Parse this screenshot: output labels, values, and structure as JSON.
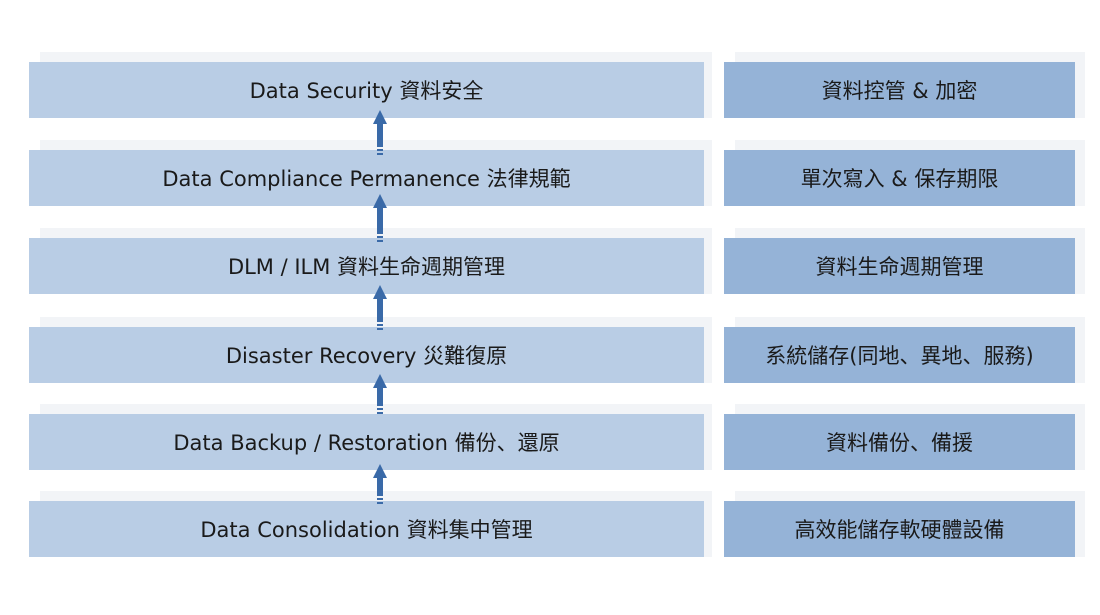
{
  "layers": [
    {
      "label": "Data Security 資料安全",
      "detail": "資料控管 & 加密"
    },
    {
      "label": "Data Compliance Permanence 法律規範",
      "detail": "單次寫入 & 保存期限"
    },
    {
      "label": "DLM / ILM 資料生命週期管理",
      "detail": "資料生命週期管理"
    },
    {
      "label": "Disaster Recovery 災難復原",
      "detail": "系統儲存(同地、異地、服務)"
    },
    {
      "label": "Data Backup / Restoration 備份、還原",
      "detail": "資料備份、備援"
    },
    {
      "label": "Data Consolidation 資料集中管理",
      "detail": "高效能儲存軟硬體設備"
    }
  ],
  "colors": {
    "left_box": "#b9cde5",
    "right_box": "#95b3d7",
    "arrow": "#3a6aa8"
  }
}
